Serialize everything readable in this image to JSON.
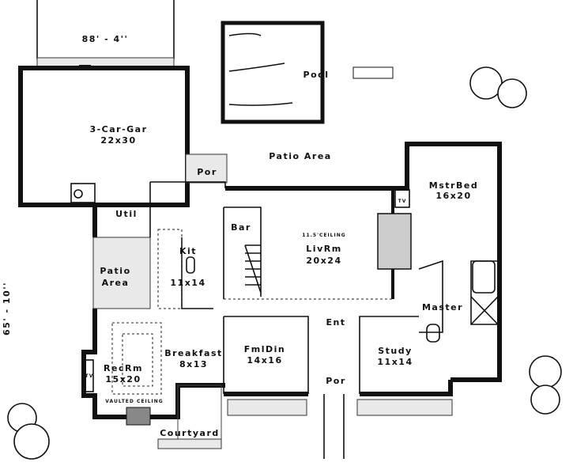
{
  "dimensions": {
    "width": "88' - 4''",
    "depth": "65' - 10''"
  },
  "rooms": {
    "garage": {
      "name": "3-Car-Gar",
      "size": "22x30"
    },
    "pool": {
      "name": "Pool"
    },
    "porch_side": {
      "name": "Por"
    },
    "patio_main": {
      "name": "Patio Area"
    },
    "util": {
      "name": "Util"
    },
    "bar": {
      "name": "Bar"
    },
    "kitchen": {
      "name": "Kit",
      "size": "11x14"
    },
    "patio_side": {
      "name_line1": "Patio",
      "name_line2": "Area"
    },
    "living": {
      "note": "11.5'CEILING",
      "name": "LivRm",
      "size": "20x24"
    },
    "master_bed": {
      "name": "MstrBed",
      "size": "16x20"
    },
    "master_bath": {
      "name": "Master"
    },
    "entry": {
      "name": "Ent"
    },
    "breakfast": {
      "name": "Breakfast",
      "size": "8x13"
    },
    "rec": {
      "name": "RecRm",
      "size": "15x20",
      "note": "VAULTED CEILING"
    },
    "family_dining": {
      "name": "FmlDin",
      "size": "14x16"
    },
    "study": {
      "name": "Study",
      "size": "11x14"
    },
    "porch_front": {
      "name": "Por"
    },
    "courtyard": {
      "name": "Courtyard"
    },
    "tv_rec": "TV",
    "tv_living": "TV"
  }
}
